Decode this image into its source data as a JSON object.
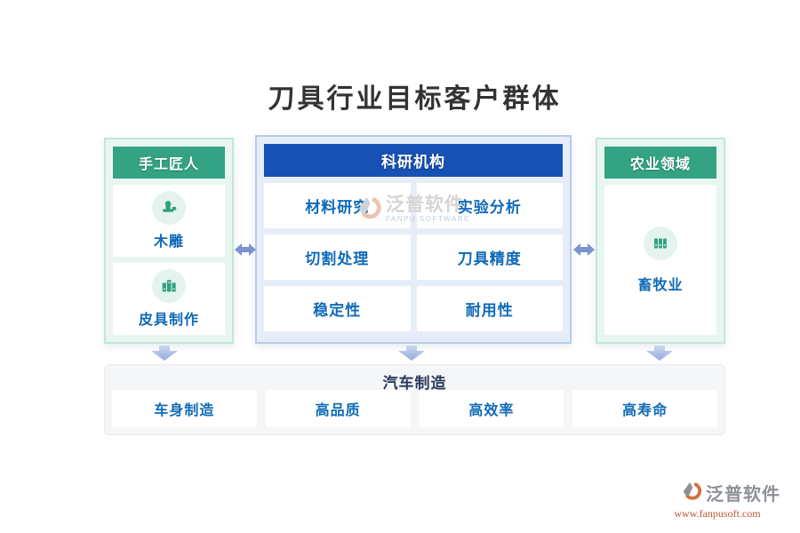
{
  "title": "刀具行业目标客户群体",
  "columns": {
    "left": {
      "header": "手工匠人",
      "items": [
        {
          "label": "木雕",
          "icon": "stamp-icon"
        },
        {
          "label": "皮具制作",
          "icon": "books-icon"
        }
      ]
    },
    "center": {
      "header": "科研机构",
      "items": [
        "材料研究",
        "实验分析",
        "切割处理",
        "刀具精度",
        "稳定性",
        "耐用性"
      ]
    },
    "right": {
      "header": "农业领域",
      "items": [
        {
          "label": "畜牧业",
          "icon": "binders-icon"
        }
      ]
    }
  },
  "bottom": {
    "header": "汽车制造",
    "items": [
      "车身制造",
      "高品质",
      "高效率",
      "高寿命"
    ]
  },
  "watermarks": {
    "center": {
      "brand": "泛普软件",
      "brand_en": "FANPU SOFTWARE"
    },
    "corner": {
      "brand": "泛普软件",
      "url": "www.fanpusoft.com"
    }
  },
  "colors": {
    "green_header": "#34a384",
    "blue_header": "#1751b3",
    "card_text": "#0f6ab8",
    "bottom_title": "#2a3a5c",
    "arrow": "#7b94cf",
    "icon_green": "#2fa080"
  }
}
